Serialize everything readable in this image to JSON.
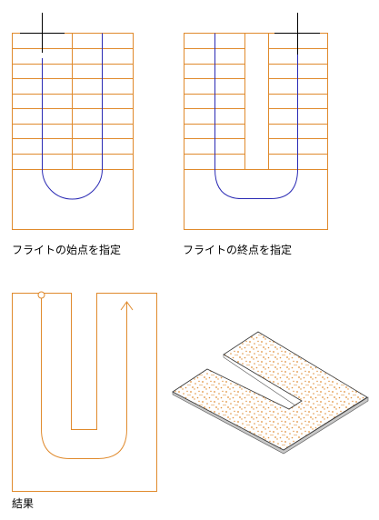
{
  "panels": [
    {
      "id": "start",
      "caption": "フライトの始点を指定"
    },
    {
      "id": "end",
      "caption": "フライトの終点を指定"
    },
    {
      "id": "result",
      "caption": "結果"
    }
  ],
  "colors": {
    "outline": "#e08a2c",
    "path": "#2a2ab4",
    "cursor": "#000000",
    "speckle": "#e0903a",
    "slab_side": "#c0c0c0"
  }
}
